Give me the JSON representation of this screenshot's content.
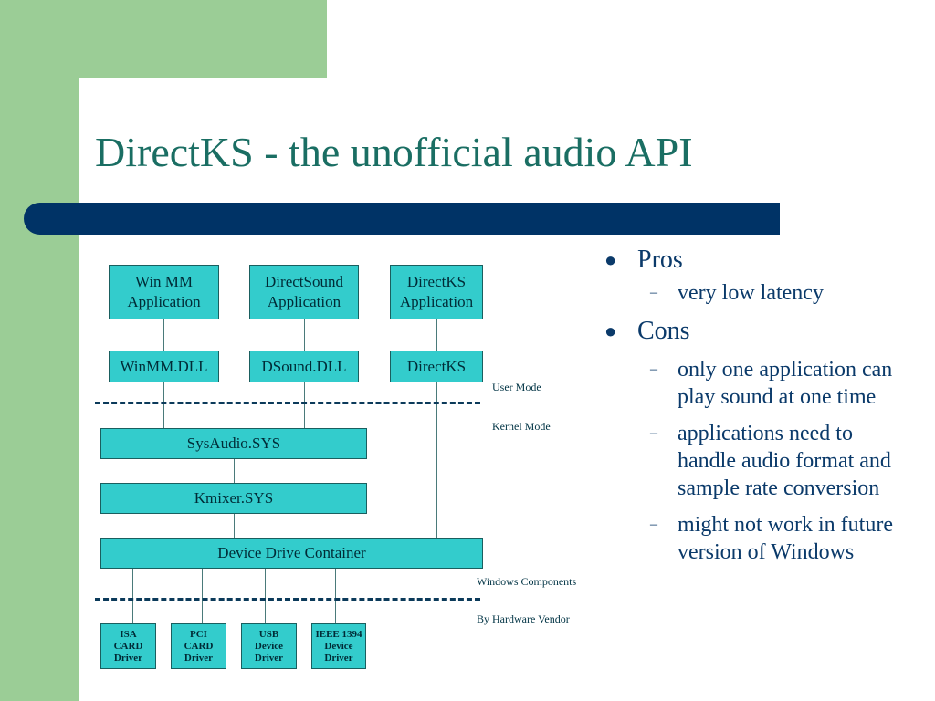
{
  "slide": {
    "title": "DirectKS - the unofficial audio API"
  },
  "diagram": {
    "apps": [
      "Win MM\nApplication",
      "DirectSound\nApplication",
      "DirectKS\nApplication"
    ],
    "dlls": [
      "WinMM.DLL",
      "DSound.DLL",
      "DirectKS"
    ],
    "sysaudio": "SysAudio.SYS",
    "kmixer": "Kmixer.SYS",
    "container": "Device Drive Container",
    "drivers": [
      "ISA\nCARD\nDriver",
      "PCI\nCARD\nDriver",
      "USB\nDevice\nDriver",
      "IEEE 1394\nDevice\nDriver"
    ],
    "labels": {
      "user_mode": "User Mode",
      "kernel_mode": "Kernel Mode",
      "windows_components": "Windows Components",
      "by_hardware_vendor": "By Hardware Vendor"
    }
  },
  "bullets": [
    {
      "label": "Pros",
      "subs": [
        "very low latency"
      ]
    },
    {
      "label": "Cons",
      "subs": [
        "only one application can play sound at one time",
        "applications need to handle audio format and sample rate conversion",
        "might not work in future version of Windows"
      ]
    }
  ],
  "colors": {
    "green": "#9bcd96",
    "navy_bar": "#003366",
    "box_fill": "#33cccc",
    "title_color": "#1a6e63"
  }
}
